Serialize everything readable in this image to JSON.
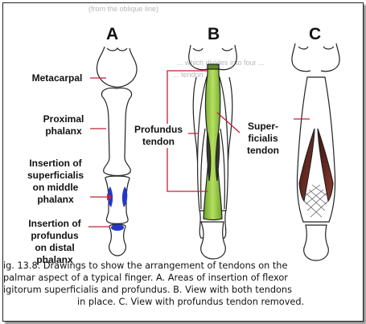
{
  "bleed": {
    "line1": "(from the oblique line)",
    "line2": "... which divides into four ...",
    "line3": "... tendon ..."
  },
  "panels": {
    "a": "A",
    "b": "B",
    "c": "C"
  },
  "labels": {
    "metacarpal": "Metacarpal",
    "proximal_phalanx_1": "Proximal",
    "proximal_phalanx_2": "phalanx",
    "ins_superficialis_1": "Insertion of",
    "ins_superficialis_2": "superficialis",
    "ins_superficialis_3": "on middle",
    "ins_superficialis_4": "phalanx",
    "ins_profundus_1": "Insertion of",
    "ins_profundus_2": "profundus",
    "ins_profundus_3": "on distal",
    "ins_profundus_4": "phalanx",
    "profundus_tendon_1": "Profundus",
    "profundus_tendon_2": "tendon",
    "superficialis_tendon_1": "Super-",
    "superficialis_tendon_2": "ficialis",
    "superficialis_tendon_3": "tendon"
  },
  "caption": {
    "line1": "ig. 13.8. Drawings to show the arrangement of tendons on the",
    "line2": "palmar aspect of a typical finger. A. Areas of insertion of flexor",
    "line3": "igitorum superficialis and profundus. B. View with both tendons",
    "line4": "in place. C. View with profundus tendon removed."
  },
  "colors": {
    "pointer_lines": "#c0203a",
    "insertion_blue": "#2438c8",
    "profundus_green": "#8ec43a",
    "superficialis_brown": "#6a2a22"
  }
}
